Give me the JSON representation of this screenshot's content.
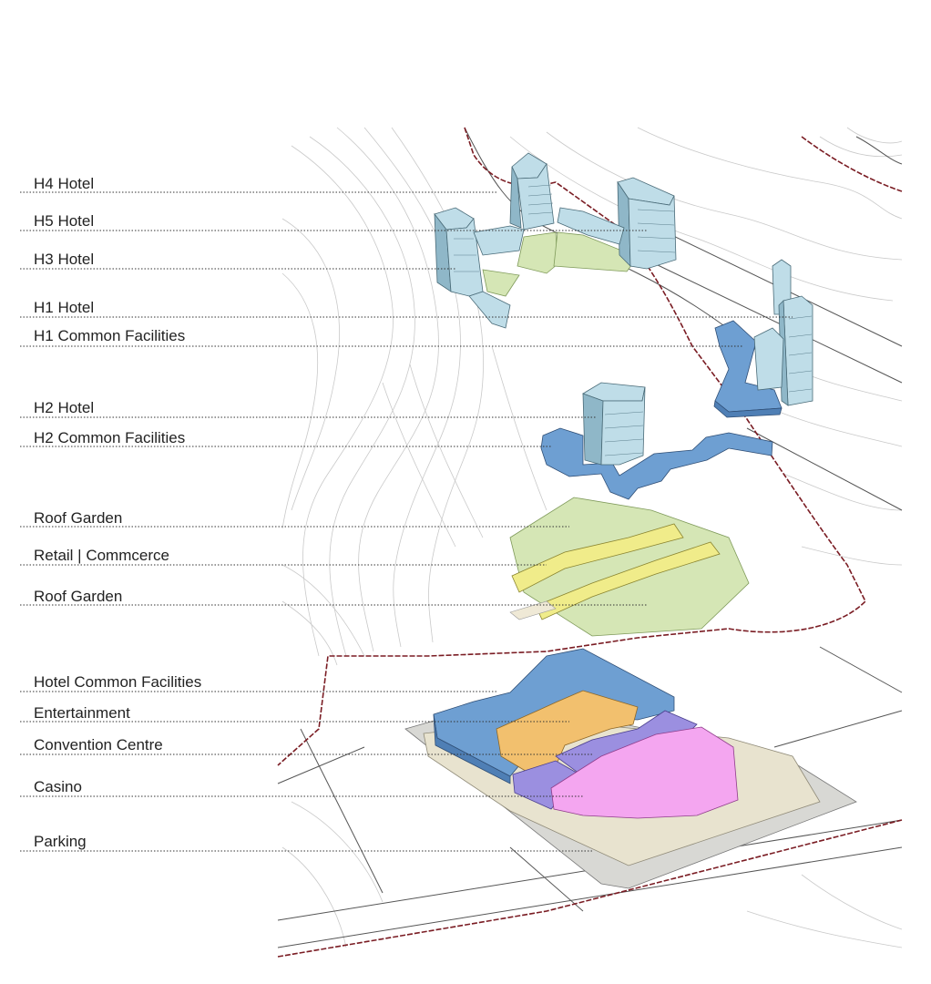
{
  "labels": {
    "h4_hotel": "H4 Hotel",
    "h5_hotel": "H5 Hotel",
    "h3_hotel": "H3 Hotel",
    "h1_hotel": "H1 Hotel",
    "h1_common": "H1 Common Facilities",
    "h2_hotel": "H2 Hotel",
    "h2_common": "H2 Common Facilities",
    "roof_garden_1": "Roof Garden",
    "retail": "Retail | Commcerce",
    "roof_garden_2": "Roof Garden",
    "hotel_common": "Hotel Common Facilities",
    "entertainment": "Entertainment",
    "convention": "Convention Centre",
    "casino": "Casino",
    "parking": "Parking"
  },
  "colors": {
    "hotel_tower": "#bfdde8",
    "common_facilities": "#6e9fd2",
    "roof_garden": "#d5e6b5",
    "retail": "#f0ec8a",
    "entertainment": "#f2c06e",
    "convention": "#9b8fe0",
    "casino": "#f4a6f0",
    "parking": "#e8e3cf",
    "site_boundary": "#7a1c23"
  }
}
